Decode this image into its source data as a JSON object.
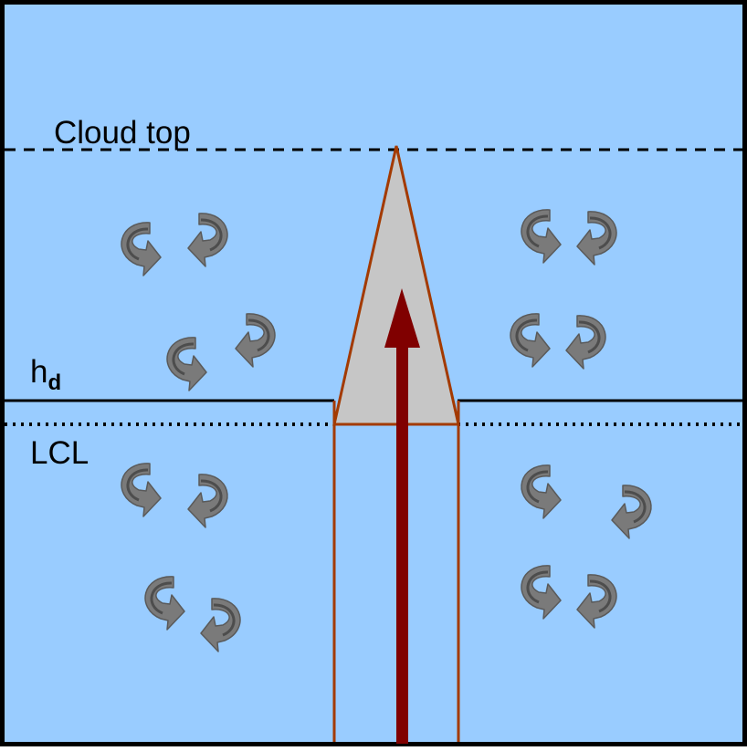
{
  "labels": {
    "cloud_top": "Cloud top",
    "h_main": "h",
    "h_subscript": "d",
    "lcl": "LCL"
  },
  "colors": {
    "background": "#99ccff",
    "border": "#000000",
    "plume_outline": "#a33a00",
    "cloud_fill": "#c6c6c6",
    "arrow": "#800000",
    "eddy": "#7a7a7a",
    "eddy_dark": "#4d4d4d"
  },
  "eddy_icon": "curved-arrow-icon"
}
